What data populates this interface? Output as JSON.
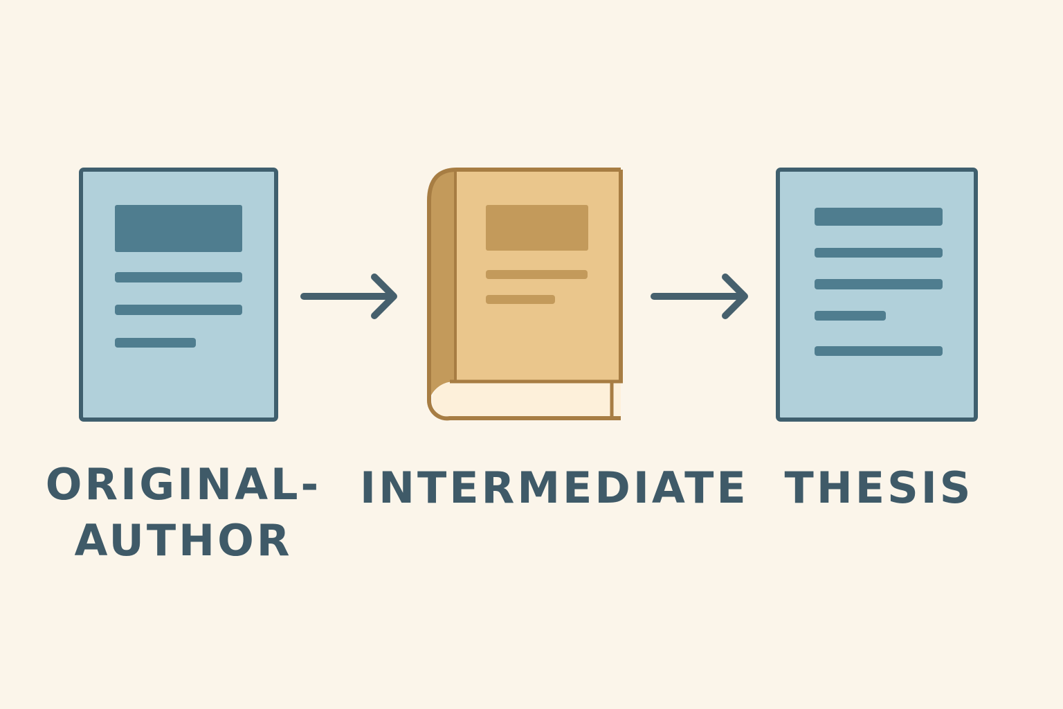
{
  "colors": {
    "background": "#fbf5ea",
    "doc_fill": "#b1d0da",
    "doc_stroke": "#3f5f6e",
    "doc_lines": "#4f7d8f",
    "book_cover": "#eac68c",
    "book_spine": "#c39a5b",
    "book_stroke": "#a77d43",
    "book_pages": "#fdf0da",
    "book_block": "#c39a5b",
    "arrow": "#46606d",
    "label_text": "#3f5a68"
  },
  "nodes": [
    {
      "id": "original-author",
      "icon": "document-icon",
      "label_lines": [
        "ORIGINAL-",
        "AUTHOR"
      ]
    },
    {
      "id": "intermediate",
      "icon": "book-icon",
      "label_lines": [
        "INTERMEDIATE"
      ]
    },
    {
      "id": "thesis",
      "icon": "document-icon",
      "label_lines": [
        "THESIS"
      ]
    }
  ],
  "edges": [
    {
      "from": "original-author",
      "to": "intermediate"
    },
    {
      "from": "intermediate",
      "to": "thesis"
    }
  ]
}
